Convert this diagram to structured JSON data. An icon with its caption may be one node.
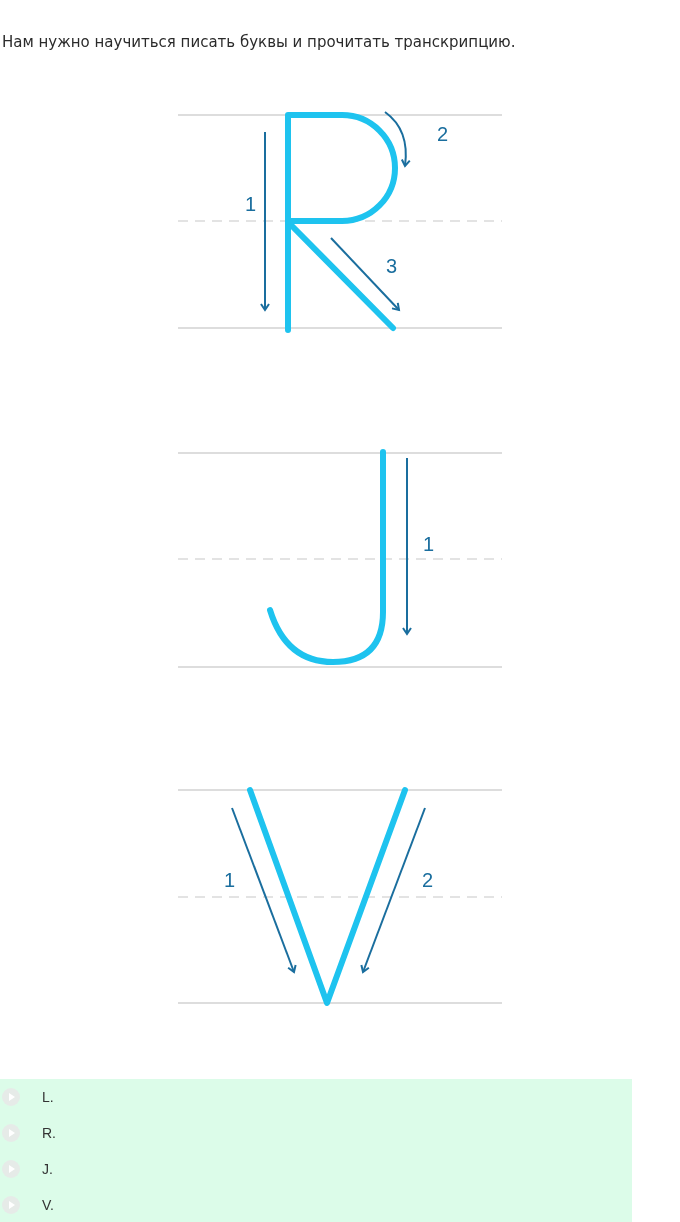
{
  "diagram": {
    "title": "Нам нужно научиться писать буквы и прочитать транскрипцию.",
    "labels": [
      "1",
      "2",
      "3",
      "1",
      "1",
      "2",
      "L.",
      "R.",
      "J.",
      "V."
    ]
  }
}
